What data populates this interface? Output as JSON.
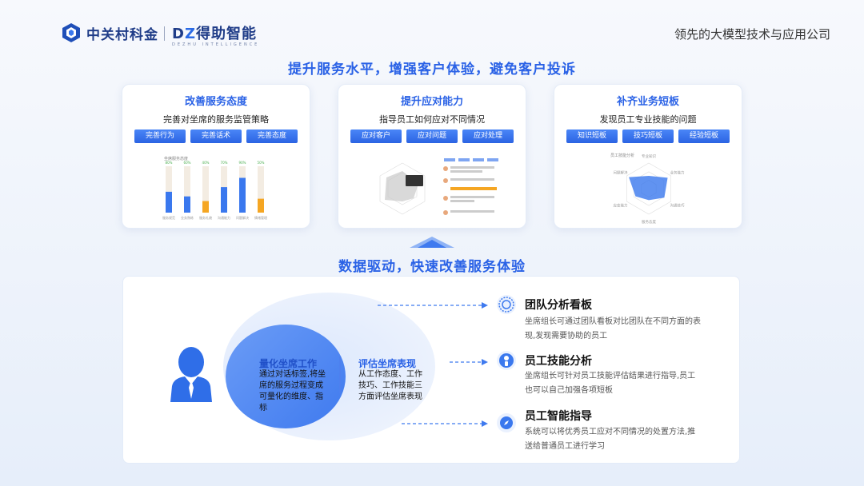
{
  "header": {
    "logo1_text": "中关村科金",
    "logo2_text_a": "D",
    "logo2_text_b": "Z",
    "logo2_text_c": "得助智能",
    "logo2_small": "DEZHU INTELLIGENCE",
    "slogan": "领先的大模型技术与应用公司"
  },
  "main_title": "提升服务水平，增强客户体验，避免客户投诉",
  "cards": [
    {
      "title": "改善服务态度",
      "subtitle": "完善对坐席的服务监管策略",
      "buttons": [
        "完善行为",
        "完善话术",
        "完善态度"
      ],
      "chart_title": "坐席服务态度",
      "bar_top_labels": [
        "80%",
        "60%",
        "40%",
        "70%",
        "90%",
        "50%"
      ],
      "bar_labels": [
        "服务规范",
        "业务熟练",
        "服务礼貌",
        "沟通能力",
        "问题解决",
        "情绪管理"
      ],
      "bar_values": [
        0.45,
        0.35,
        0.25,
        0.55,
        0.75,
        0.3
      ],
      "accent": "#3a78ee",
      "accent2": "#f5a623"
    },
    {
      "title": "提升应对能力",
      "subtitle": "指导员工如何应对不同情况",
      "buttons": [
        "应对客户",
        "应对问题",
        "应对处理"
      ]
    },
    {
      "title": "补齐业务短板",
      "subtitle": "发现员工专业技能的问题",
      "buttons": [
        "知识短板",
        "技巧短板",
        "经验短板"
      ],
      "radar_title": "员工技能分析",
      "radar_labels": [
        "专业知识",
        "业务能力",
        "沟通技巧",
        "服务态度",
        "应变能力",
        "问题解决"
      ]
    }
  ],
  "mid_title": "数据驱动，快速改善服务体验",
  "center": {
    "quantify_title": "量化坐席工作",
    "quantify_desc": "通过对话标签,将坐席的服务过程变成可量化的维度、指标",
    "evaluate_title": "评估坐席表现",
    "evaluate_desc": "从工作态度、工作技巧、工作技能三方面评估坐席表现"
  },
  "features": [
    {
      "title": "团队分析看板",
      "desc": "坐席组长可通过团队看板对比团队在不同方面的表现,发现需要协助的员工",
      "icon": "target-icon"
    },
    {
      "title": "员工技能分析",
      "desc": "坐席组长可针对员工技能评估结果进行指导,员工也可以自己加强各项短板",
      "icon": "person-badge-icon"
    },
    {
      "title": "员工智能指导",
      "desc": "系统可以将优秀员工应对不同情况的处置方法,推送给普通员工进行学习",
      "icon": "compass-icon"
    }
  ],
  "colors": {
    "primary": "#2a62e6",
    "brand_dark": "#1f3c88"
  }
}
